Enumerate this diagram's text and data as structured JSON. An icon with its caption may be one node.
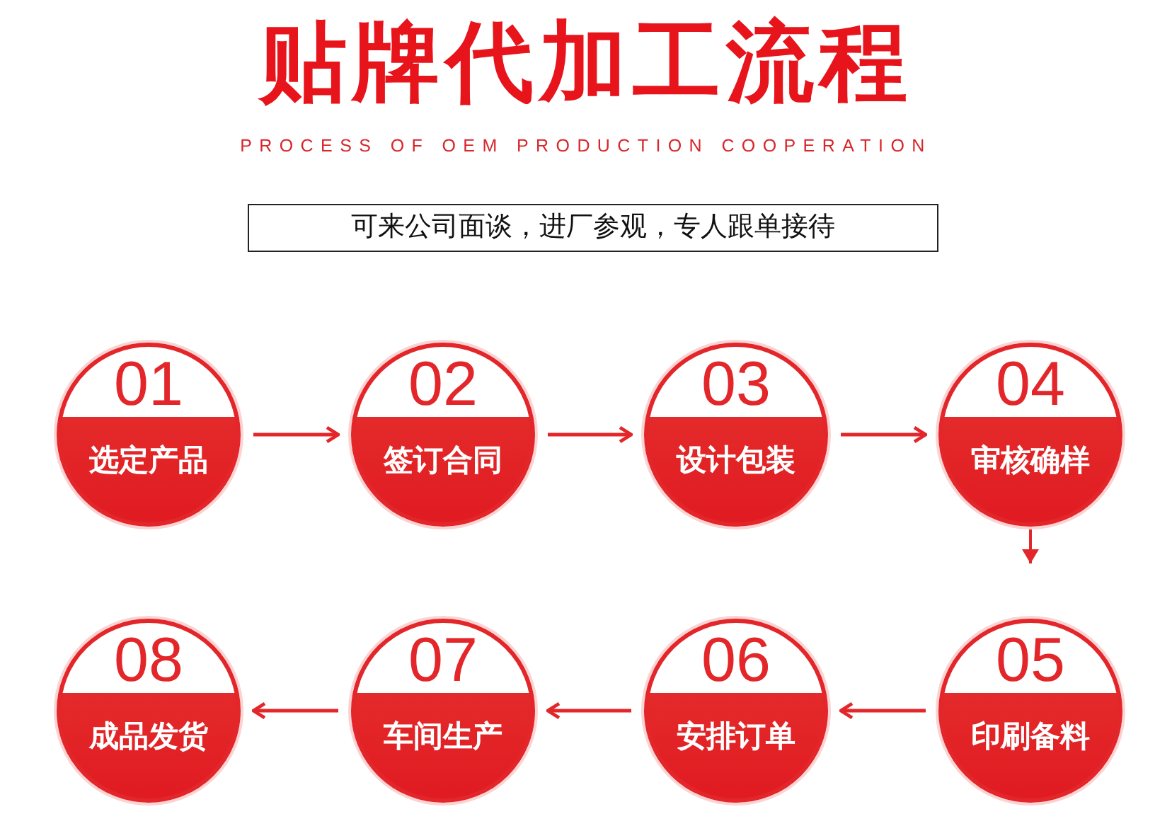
{
  "diagram": {
    "title": "贴牌代加工流程",
    "nodes": [
      {
        "text": [
          "01",
          "选定产品"
        ]
      },
      {
        "text": [
          "02",
          "签订合同"
        ]
      },
      {
        "text": [
          "03",
          "设计包装"
        ]
      },
      {
        "text": [
          "04",
          "审核确样"
        ]
      },
      {
        "text": [
          "05",
          "印刷备料"
        ]
      },
      {
        "text": [
          "06",
          "安排订单"
        ]
      },
      {
        "text": [
          "07",
          "车间生产"
        ]
      },
      {
        "text": [
          "08",
          "成品发货"
        ]
      }
    ],
    "edges": [
      {
        "from": 0,
        "to": 1,
        "arrow": "to"
      },
      {
        "from": 1,
        "to": 2,
        "arrow": "to"
      },
      {
        "from": 2,
        "to": 3,
        "arrow": "to"
      },
      {
        "from": 3,
        "to": null,
        "arrow": "to"
      },
      {
        "from": 4,
        "to": 5,
        "arrow": "to"
      },
      {
        "from": 5,
        "to": 6,
        "arrow": "to"
      },
      {
        "from": 6,
        "to": 7,
        "arrow": "to"
      }
    ],
    "labels": [
      "PROCESS OF OEM PRODUCTION COOPERATION",
      "可来公司面谈，进厂参观，专人跟单接待"
    ]
  }
}
